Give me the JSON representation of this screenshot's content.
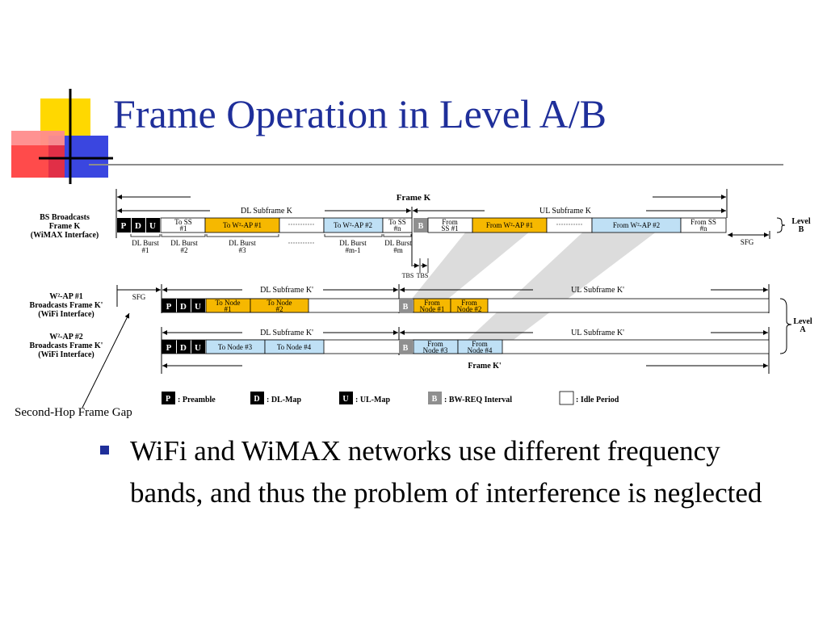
{
  "slide": {
    "title": "Frame Operation in Level A/B",
    "caption": "Second-Hop Frame Gap",
    "bullets": [
      "WiFi and WiMAX networks use different frequency bands, and thus the problem of interference is neglected"
    ]
  },
  "colors": {
    "title": "#1f2f9a",
    "yellow_block": "#ffd800",
    "blue_block": "#3a46e0",
    "red_block": "#ff2b2b",
    "orange_cell": "#f6b800",
    "light_blue_cell": "#bfe0f5",
    "black_cell": "#000000",
    "gray_cell": "#8f8f8f",
    "shade": "#dcdcdc"
  },
  "diagram": {
    "bs": {
      "label_lines": [
        "BS  Broadcasts",
        "Frame K",
        "(WiMAX Interface)"
      ],
      "frame_label": "Frame K",
      "dl_subframe": "DL Subframe K",
      "ul_subframe": "UL Subframe K",
      "cells": {
        "p": "P",
        "d": "D",
        "u": "U",
        "to_ss1": [
          "To SS",
          "#1"
        ],
        "to_ap1": "To W²-AP #1",
        "dots1": "···········",
        "to_ap2": "To W²-AP #2",
        "to_ssn": [
          "To SS",
          "#n"
        ],
        "b": "B",
        "from_ss1": [
          "From",
          "SS #1"
        ],
        "from_ap1": "From W²-AP #1",
        "dots2": "···········",
        "from_ap2": "From W²-AP #2",
        "from_ssn": [
          "From SS",
          "#n"
        ]
      },
      "bursts": {
        "b1": [
          "DL Burst",
          "#1"
        ],
        "b2": [
          "DL Burst",
          "#2"
        ],
        "b3": [
          "DL Burst",
          "#3"
        ],
        "dots": "···········",
        "bm1": [
          "DL Burst",
          "#m-1"
        ],
        "bm": [
          "DL Burst",
          "#m"
        ]
      },
      "sfg": "SFG",
      "tbs1": "TBS",
      "tbs2": "TBS",
      "level_b": [
        "Level",
        "B"
      ]
    },
    "ap1": {
      "label_lines": [
        "W²-AP #1",
        "Broadcasts Frame K'",
        "(WiFi Interface)"
      ],
      "sfg": "SFG",
      "dl_subframe": "DL Subframe K'",
      "ul_subframe": "UL Subframe K'",
      "cells": {
        "p": "P",
        "d": "D",
        "u": "U",
        "to_node1": [
          "To Node",
          "#1"
        ],
        "to_node2": [
          "To Node",
          "#2"
        ],
        "b": "B",
        "from_node1": [
          "From",
          "Node #1"
        ],
        "from_node2": [
          "From",
          "Node #2"
        ]
      }
    },
    "ap2": {
      "label_lines": [
        "W²-AP #2",
        "Broadcasts Frame K'",
        "(WiFi Interface)"
      ],
      "dl_subframe": "DL Subframe K'",
      "ul_subframe": "UL Subframe K'",
      "frame_label": "Frame K'",
      "cells": {
        "p": "P",
        "d": "D",
        "u": "U",
        "to_node3": "To Node #3",
        "to_node4": "To Node #4",
        "b": "B",
        "from_node3": [
          "From",
          "Node #3"
        ],
        "from_node4": [
          "From",
          "Node #4"
        ]
      }
    },
    "level_a": [
      "Level",
      "A"
    ],
    "legend": [
      {
        "key": "P",
        "text": ": Preamble"
      },
      {
        "key": "D",
        "text": ": DL-Map"
      },
      {
        "key": "U",
        "text": ": UL-Map"
      },
      {
        "key": "B",
        "text": ": BW-REQ Interval"
      },
      {
        "key": "",
        "text": ": Idle Period"
      }
    ]
  }
}
